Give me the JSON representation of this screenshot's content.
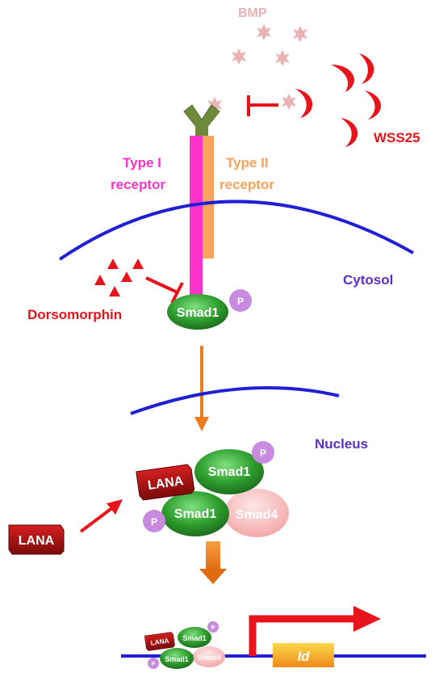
{
  "labels": {
    "bmp": "BMP",
    "wss25": "WSS25",
    "type1_line1": "Type I",
    "type1_line2": "receptor",
    "type2_line1": "Type II",
    "type2_line2": "receptor",
    "cytosol": "Cytosol",
    "nucleus": "Nucleus",
    "dorsomorphin": "Dorsomorphin",
    "smad1": "Smad1",
    "smad4": "Smad4",
    "lana": "LANA",
    "phospho": "P",
    "id_gene": "Id"
  },
  "colors": {
    "bmp": "#e9b3b3",
    "wss25": "#e8141b",
    "inhibitor": "#e8141b",
    "type1": "#ff33cc",
    "type2": "#f7a35c",
    "ligand_binder": "#6f8a3a",
    "membrane": "#1f1fd6",
    "cytosol_text": "#5a2fc9",
    "nucleus_text": "#5a2fc9",
    "smad1": "#2e9e2e",
    "smad4": "#f7b7b7",
    "lana": "#b31212",
    "phospho": "#c98be0",
    "arrow": "#ee7b1e",
    "promoter": "#e8141b",
    "id_box": "#f2c12e"
  }
}
